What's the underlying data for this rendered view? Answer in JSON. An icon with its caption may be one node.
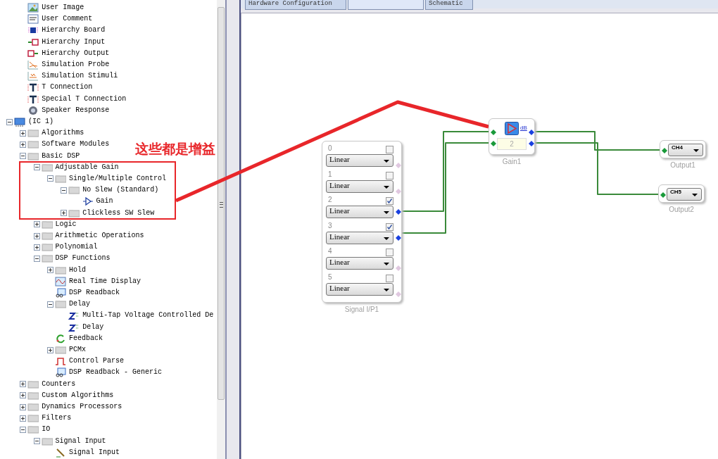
{
  "diagram": {
    "nodes": [
      {
        "text": [
          "0",
          "Linear",
          "1",
          "Linear",
          "2",
          "Linear",
          "3",
          "Linear",
          "4",
          "Linear",
          "5",
          "Linear"
        ],
        "beside": [
          "Signal I/P1"
        ]
      },
      {
        "text": [
          "dB",
          "2"
        ],
        "beside": [
          "Gain1"
        ]
      },
      {
        "text": [
          "CH4"
        ],
        "beside": [
          "Output1"
        ]
      },
      {
        "text": [
          "CH5"
        ],
        "beside": [
          "Output2"
        ]
      },
      {
        "text": [
          "Adjustable Gain",
          "Single/Multiple Control",
          "No Slew (Standard)",
          "Gain",
          "Clickless SW Slew"
        ]
      }
    ],
    "edges": [
      {
        "from": 0,
        "to": 1,
        "arrow": "none"
      },
      {
        "from": 0,
        "to": 1,
        "arrow": "none"
      },
      {
        "from": 1,
        "to": 2,
        "arrow": "none"
      },
      {
        "from": 1,
        "to": 3,
        "arrow": "none"
      },
      {
        "from": 4,
        "to": 1,
        "arrow": "none",
        "style": "thick",
        "color": "#e8262a"
      }
    ],
    "labels": [
      "Hardware Configuration",
      "Schematic",
      "User Image",
      "User Comment",
      "Hierarchy Board",
      "Hierarchy Input",
      "Hierarchy Output",
      "Simulation Probe",
      "Simulation Stimuli",
      "T Connection",
      "Special T Connection",
      "Speaker Response",
      "(IC 1)",
      "Algorithms",
      "Software Modules",
      "这些都是增益",
      "Basic DSP",
      "Logic",
      "Arithmetic Operations",
      "Polynomial",
      "DSP Functions",
      "Hold",
      "Real Time Display",
      "DSP Readback",
      "Delay",
      "Multi-Tap Voltage Controlled De",
      "Delay",
      "Feedback",
      "PCMx",
      "Control Parse",
      "DSP Readback - Generic",
      "Counters",
      "Custom Algorithms",
      "Dynamics Processors",
      "Filters",
      "IO",
      "Signal Input",
      "Signal Input"
    ]
  }
}
